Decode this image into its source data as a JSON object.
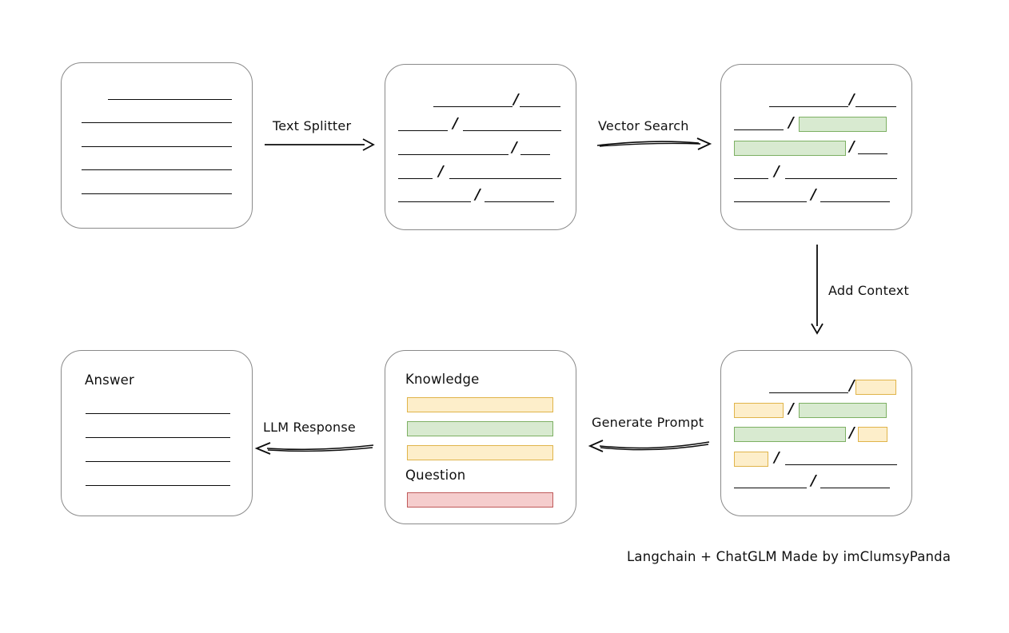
{
  "diagram": {
    "title_note": "Langchain + ChatGLM Made by imClumsyPanda",
    "boxes": {
      "source_document": {
        "name": "source-document",
        "label": "",
        "lines": 5
      },
      "split_chunks": {
        "name": "split-chunks",
        "label": ""
      },
      "vector_matched": {
        "name": "vector-matched-chunks",
        "label": ""
      },
      "context_added": {
        "name": "context-added-chunks",
        "label": ""
      },
      "prompt": {
        "name": "prompt-box",
        "knowledge_label": "Knowledge",
        "question_label": "Question"
      },
      "answer": {
        "name": "answer-box",
        "label": "Answer",
        "lines": 4
      }
    },
    "arrows": [
      {
        "name": "arrow-text-splitter",
        "label": "Text Splitter",
        "direction": "right"
      },
      {
        "name": "arrow-vector-search",
        "label": "Vector Search",
        "direction": "right"
      },
      {
        "name": "arrow-add-context",
        "label": "Add Context",
        "direction": "down"
      },
      {
        "name": "arrow-generate-prompt",
        "label": "Generate Prompt",
        "direction": "left"
      },
      {
        "name": "arrow-llm-response",
        "label": "LLM Response",
        "direction": "left"
      }
    ],
    "colors": {
      "green_fill": "#d8ead0",
      "green_border": "#7db063",
      "yellow_fill": "#fdeeca",
      "yellow_border": "#e0b44a",
      "red_fill": "#f5cdcd",
      "red_border": "#bf5a5a",
      "box_border": "#8a8a8a",
      "ink": "#0b0b0b"
    }
  },
  "labels": {
    "text_splitter": "Text Splitter",
    "vector_search": "Vector Search",
    "add_context": "Add Context",
    "generate_prompt": "Generate Prompt",
    "llm_response": "LLM Response",
    "answer": "Answer",
    "knowledge": "Knowledge",
    "question": "Question",
    "credit": "Langchain + ChatGLM Made by imClumsyPanda",
    "slash": "/"
  }
}
